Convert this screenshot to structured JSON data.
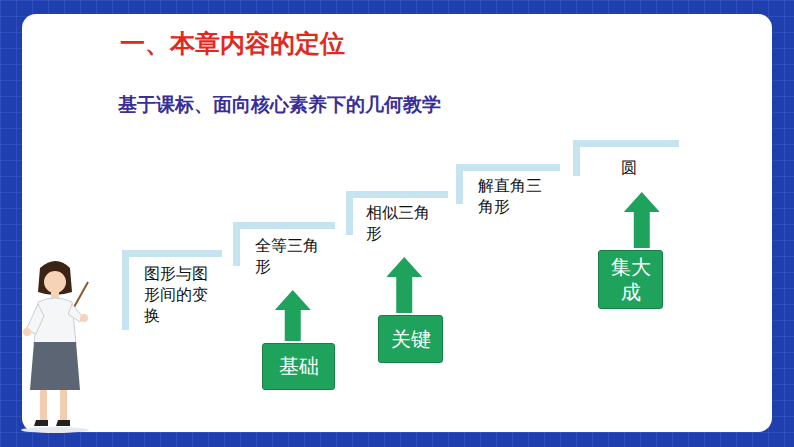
{
  "diagram": {
    "title": "一、本章内容的定位",
    "nodes": [
      {
        "text": [
          "图形与图形间的变换"
        ]
      },
      {
        "text": [
          "全等三角形"
        ]
      },
      {
        "text": [
          "相似三角形"
        ]
      },
      {
        "text": [
          "解直角三角形"
        ]
      },
      {
        "text": [
          "圆"
        ]
      },
      {
        "text": [
          "基础"
        ]
      },
      {
        "text": [
          "关键"
        ]
      },
      {
        "text": [
          "集大成"
        ]
      }
    ],
    "edges": [
      {
        "from": 5,
        "to": 1,
        "arrow": "to"
      },
      {
        "from": 6,
        "to": 2,
        "arrow": "to"
      },
      {
        "from": 7,
        "to": 4,
        "arrow": "to"
      }
    ],
    "labels": [
      "基于课标、面向核心素养下的几何教学"
    ]
  }
}
